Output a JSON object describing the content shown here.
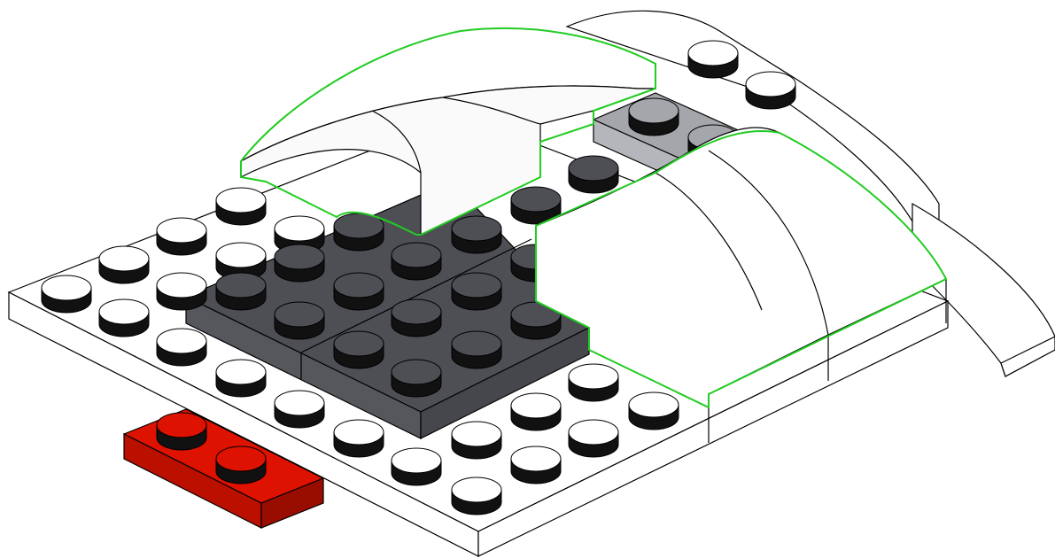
{
  "instruction": {
    "type": "lego-build-step",
    "highlight_color": "#22cc22",
    "colors": {
      "white_plate": "#ffffff",
      "dark_gray_plate": "#4d4f55",
      "light_gray_plate": "#a4a6ab",
      "red_plate": "#cc1100",
      "stud_side": "#111111",
      "outline": "#000000"
    },
    "parts": [
      {
        "name": "white-base-plate",
        "color": "white",
        "kind": "plate"
      },
      {
        "name": "dark-gray-plate",
        "color": "dark-gray",
        "kind": "plate"
      },
      {
        "name": "white-curved-slope",
        "color": "white",
        "kind": "curved-slope",
        "new_in_step": true
      },
      {
        "name": "light-gray-plate",
        "color": "light-gray",
        "kind": "plate"
      },
      {
        "name": "red-plate-1x2",
        "color": "red",
        "kind": "plate"
      }
    ]
  }
}
